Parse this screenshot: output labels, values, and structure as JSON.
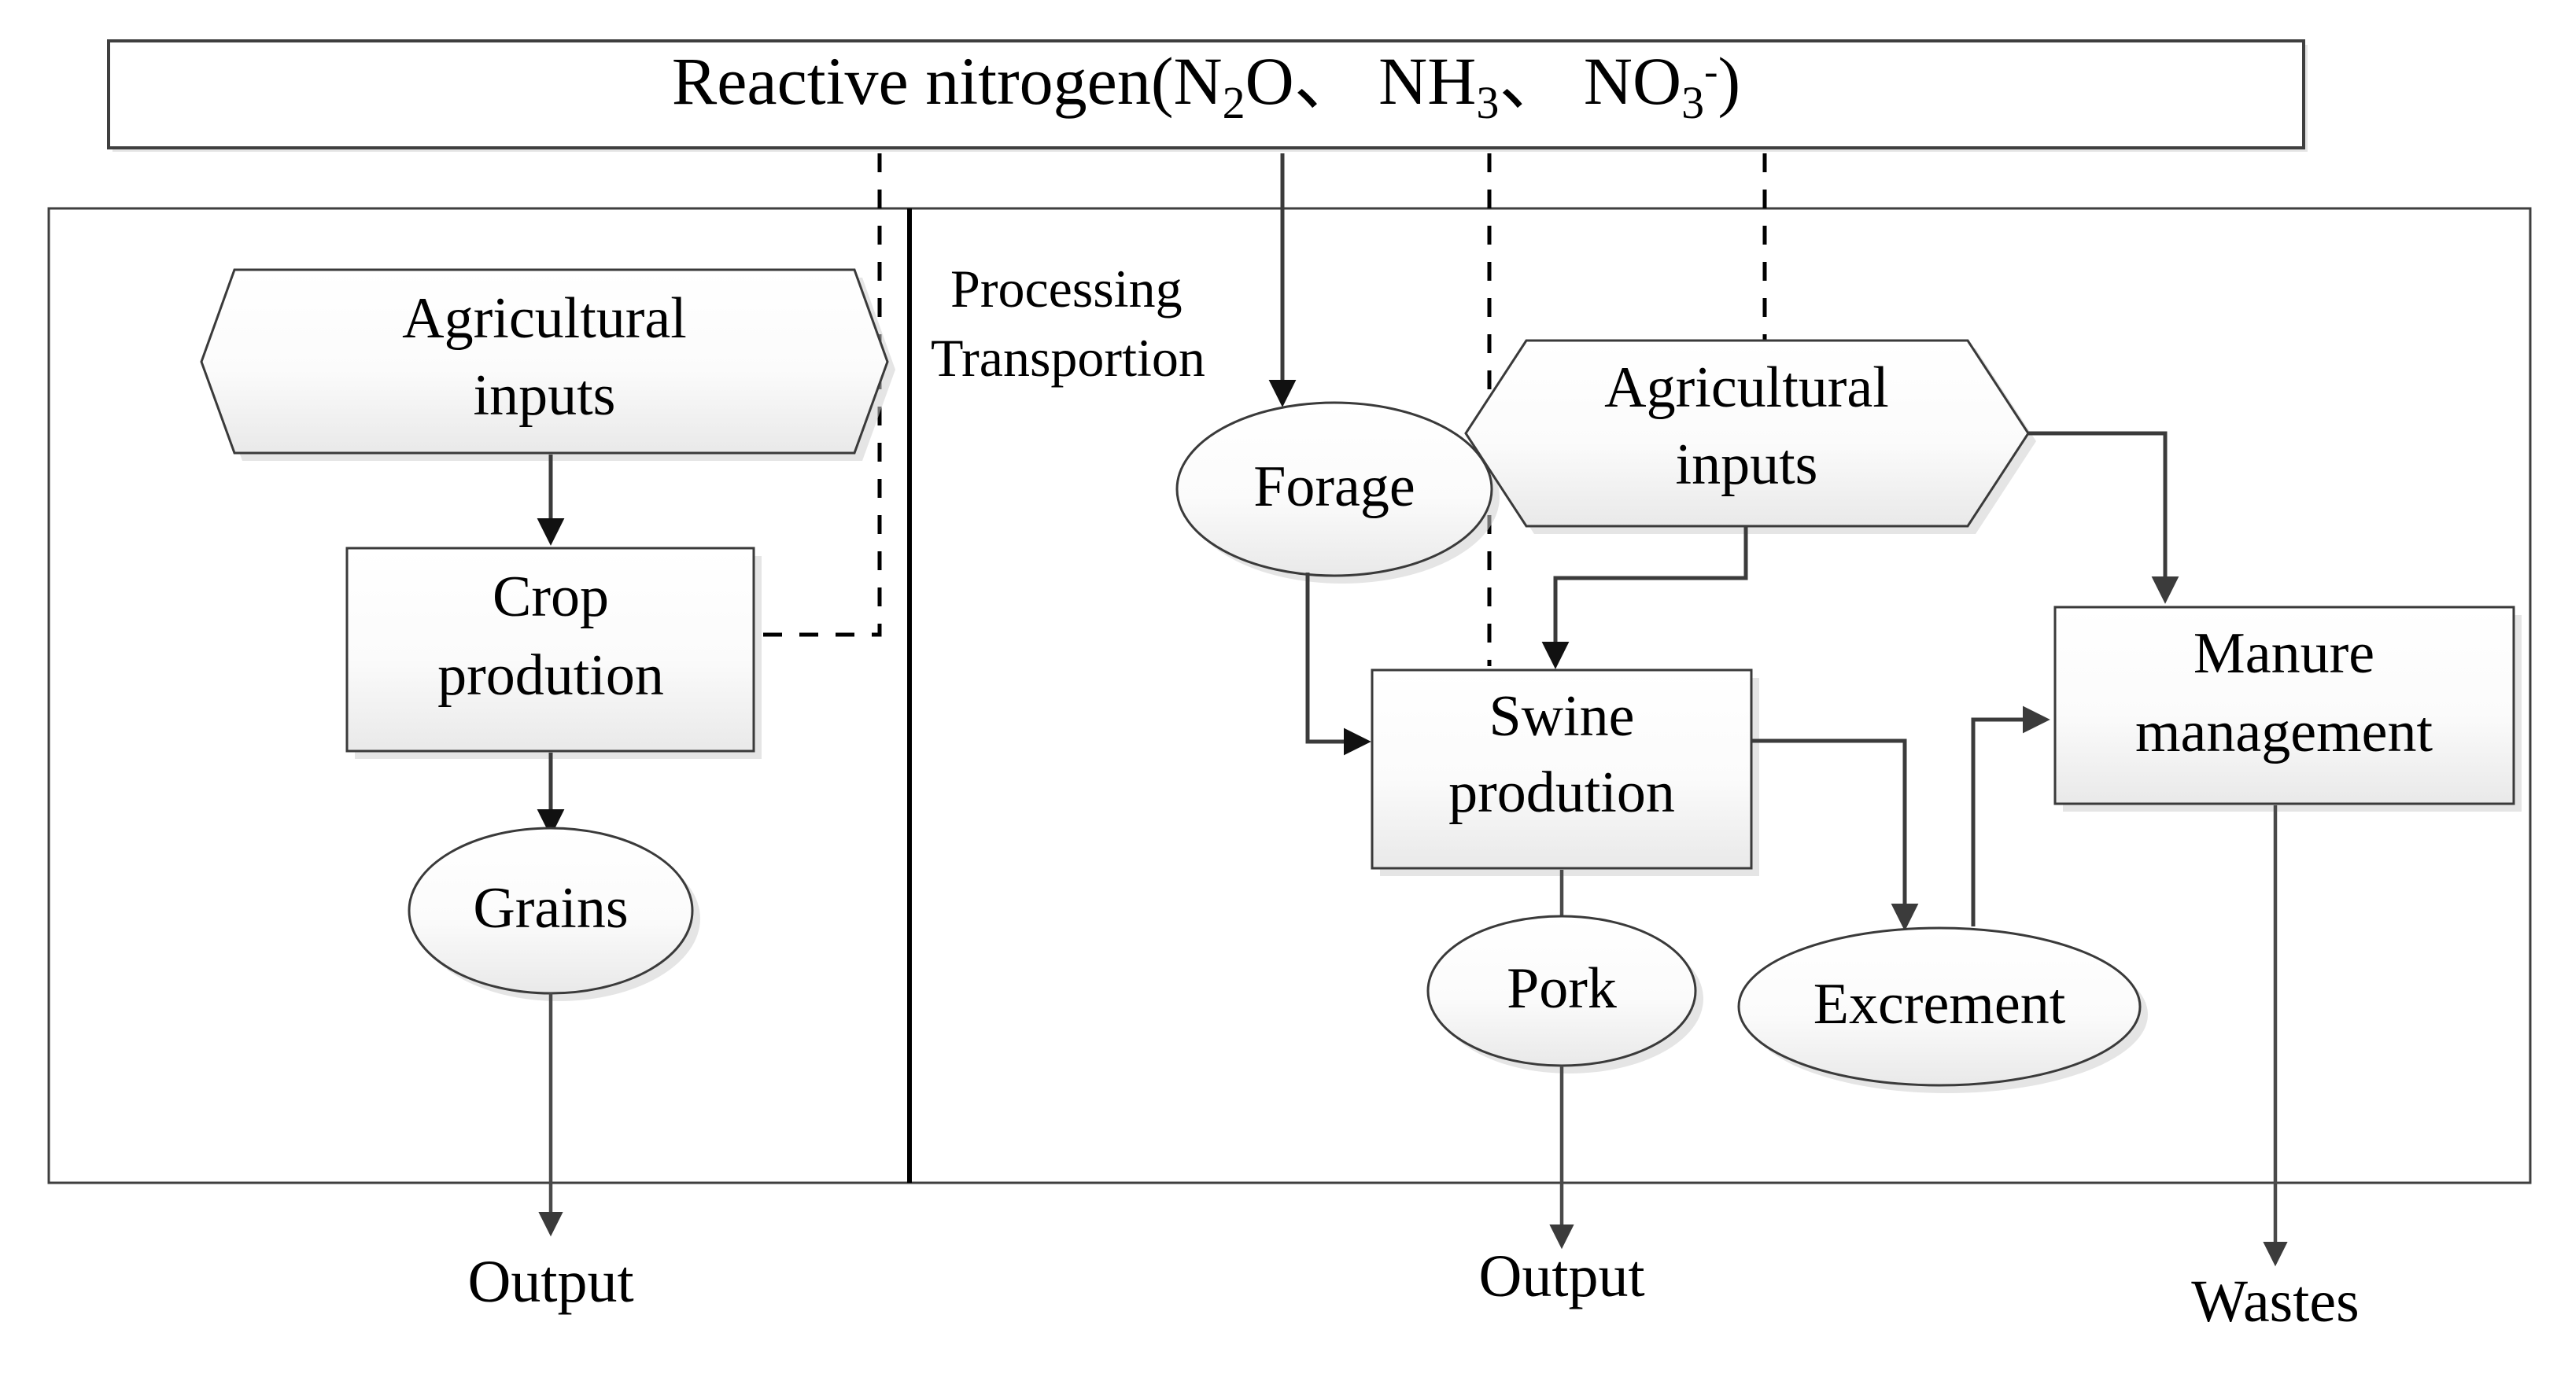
{
  "figure": {
    "type": "flow-diagram",
    "title_box": {
      "label": "Reactive nitrogen(N2O、 NH3、 NO3-)",
      "parts": {
        "lead": "Reactive nitrogen(N",
        "sub1": "2",
        "mid1": "O、  NH",
        "sub2": "3",
        "mid2": "、  NO",
        "sub3": "3",
        "sup3": "-",
        "tail": ")"
      }
    },
    "panels": [
      {
        "name": "crop-subsystem",
        "label": ""
      },
      {
        "name": "swine-subsystem",
        "label": ""
      }
    ],
    "edge_labels": [
      {
        "name": "processing-transportion",
        "line1": "Processing",
        "line2": "Transportion"
      }
    ],
    "nodes": [
      {
        "id": "ag-inputs-left",
        "shape": "hexagon",
        "line1": "Agricultural",
        "line2": "inputs"
      },
      {
        "id": "crop-production",
        "shape": "rect",
        "line1": "Crop",
        "line2": "prodution"
      },
      {
        "id": "grains",
        "shape": "ellipse",
        "line1": "Grains",
        "line2": ""
      },
      {
        "id": "forage",
        "shape": "ellipse",
        "line1": "Forage",
        "line2": ""
      },
      {
        "id": "ag-inputs-right",
        "shape": "hexagon",
        "line1": "Agricultural",
        "line2": "inputs"
      },
      {
        "id": "swine-production",
        "shape": "rect",
        "line1": "Swine",
        "line2": "prodution"
      },
      {
        "id": "manure-management",
        "shape": "rect",
        "line1": "Manure",
        "line2": "management"
      },
      {
        "id": "pork",
        "shape": "ellipse",
        "line1": "Pork",
        "line2": ""
      },
      {
        "id": "excrement",
        "shape": "ellipse",
        "line1": "Excrement",
        "line2": ""
      }
    ],
    "terminal_labels": [
      {
        "id": "output-left",
        "label": "Output"
      },
      {
        "id": "output-right",
        "label": "Output"
      },
      {
        "id": "wastes",
        "label": "Wastes"
      }
    ],
    "colors": {
      "shape_fill_top": "#ffffff",
      "shape_fill_bottom": "#ededed",
      "stroke": "#3a3a3a",
      "text": "#000000",
      "background": "#ffffff"
    }
  }
}
